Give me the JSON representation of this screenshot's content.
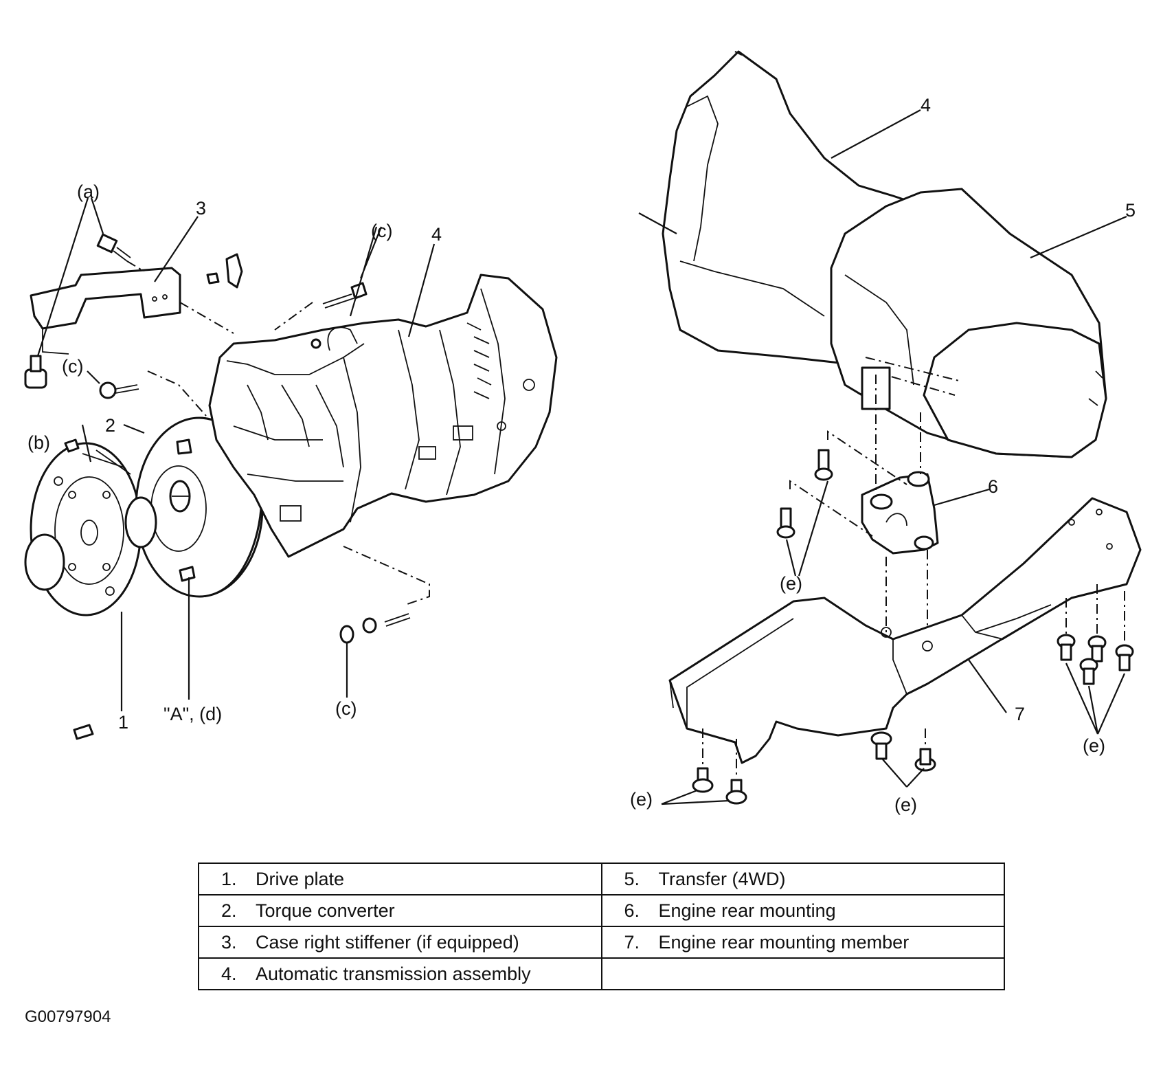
{
  "labels": {
    "a": "(a)",
    "b": "(b)",
    "c": "(c)",
    "d": "\"A\", (d)",
    "e": "(e)",
    "n1": "1",
    "n2": "2",
    "n3": "3",
    "n4": "4",
    "n5": "5",
    "n6": "6",
    "n7": "7"
  },
  "legend": {
    "rows": [
      {
        "left_num": "1.",
        "left_text": "Drive plate",
        "right_num": "5.",
        "right_text": "Transfer (4WD)"
      },
      {
        "left_num": "2.",
        "left_text": "Torque converter",
        "right_num": "6.",
        "right_text": "Engine rear mounting"
      },
      {
        "left_num": "3.",
        "left_text": "Case right stiffener (if equipped)",
        "right_num": "7.",
        "right_text": "Engine rear mounting member"
      },
      {
        "left_num": "4.",
        "left_text": "Automatic transmission assembly",
        "right_num": "",
        "right_text": ""
      }
    ]
  },
  "figure_code": "G00797904"
}
